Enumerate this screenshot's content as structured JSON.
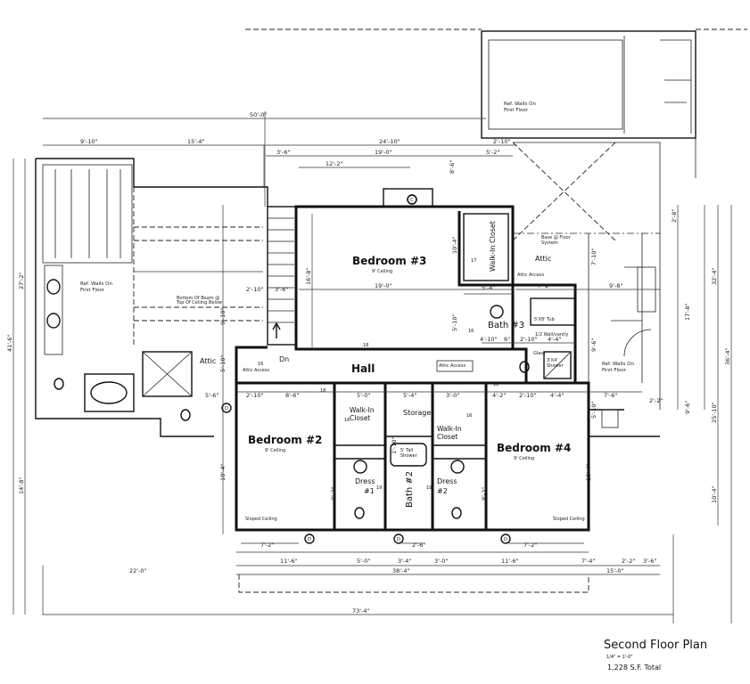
{
  "rooms": {
    "bedroom3": {
      "name": "Bedroom #3",
      "ceiling": "9' Ceiling"
    },
    "bedroom2": {
      "name": "Bedroom #2",
      "ceiling": "9' Ceiling"
    },
    "bedroom4": {
      "name": "Bedroom #4",
      "ceiling": "9' Ceiling"
    },
    "hall": "Hall",
    "bath3": "Bath #3",
    "bath2": "Bath #2",
    "storage": "Storage",
    "walkin_closet_b3": "Walk-In Closet",
    "walkin_closet_b2": [
      "Walk-In",
      "Closet"
    ],
    "walkin_closet_b4": [
      "Walk-In",
      "Closet"
    ],
    "dress1": [
      "Dress",
      "#1"
    ],
    "dress2": [
      "Dress",
      "#2"
    ],
    "attic_left": "Attic",
    "attic_right": "Attic"
  },
  "notes": {
    "ref_walls": [
      "Ref. Walls On",
      "First Floor"
    ],
    "attic_access": "Attic Access",
    "base_floor_system": [
      "Base @ Floor",
      "System"
    ],
    "beam_note": [
      "Bottom Of Beam @",
      "Top Of Ceiling Below"
    ],
    "tub": "5'X8' Tub",
    "half_wall": "1/2 Wall/vanity",
    "shower": [
      "3'X4'",
      "Shower"
    ],
    "tall_shower": [
      "5' Tall",
      "Shower"
    ],
    "sloped_ceiling": "Sloped Ceiling",
    "down": "Dn",
    "glass": "Glass"
  },
  "door_tags": [
    "16",
    "17",
    "18",
    "19"
  ],
  "window_tags": [
    "C",
    "D"
  ],
  "dimensions": {
    "top": [
      "50'-0\"",
      "9'-10\"",
      "15'-4\"",
      "24'-10\"",
      "2'-10\"",
      "3'-6\"",
      "19'-0\"",
      "5'-2\"",
      "12'-2\"",
      "8'-6\""
    ],
    "left": [
      "41'-6\"",
      "27'-2\"",
      "14'-8\""
    ],
    "right": [
      "32'-4\"",
      "36'-4\"",
      "25'-10\"",
      "2'-8\"",
      "17'-8\"",
      "9'-6\"",
      "10'-4\""
    ],
    "bottom": [
      "7'-2\"",
      "2'-6\"",
      "7'-2\"",
      "11'-6\"",
      "5'-0\"",
      "3'-4\"",
      "3'-0\"",
      "11'-6\"",
      "7'-4\"",
      "2'-2\"",
      "3'-6\"",
      "38'-4\"",
      "15'-0\"",
      "22'-0\"",
      "73'-4\""
    ],
    "interior": [
      "19'-0\"",
      "16'-8\"",
      "10'-4\"",
      "5'-4\"",
      "5'-10\"",
      "7'-2\"",
      "9'-8\"",
      "4'-10\"",
      "6\"",
      "2'-10\"",
      "4'-4\"",
      "2'-10\"",
      "3'-6\"",
      "9'-10\"",
      "5'-10\"",
      "5'-6\"",
      "2'-10\"",
      "8'-6\"",
      "5'-0\"",
      "5'-4\"",
      "3'-0\"",
      "4'-2\"",
      "2'-10\"",
      "4'-4\"",
      "7'-6\"",
      "10'-4\"",
      "8'-2\"",
      "8'-2\"",
      "1'-10\"",
      "10'-4\"",
      "7'-10\"",
      "9'-6\"",
      "5'-10\"",
      "2'-2\""
    ]
  },
  "title_block": {
    "title": "Second Floor Plan",
    "scale": "1/4\" = 1'-0\"",
    "area": "1,228 S.F. Total"
  }
}
